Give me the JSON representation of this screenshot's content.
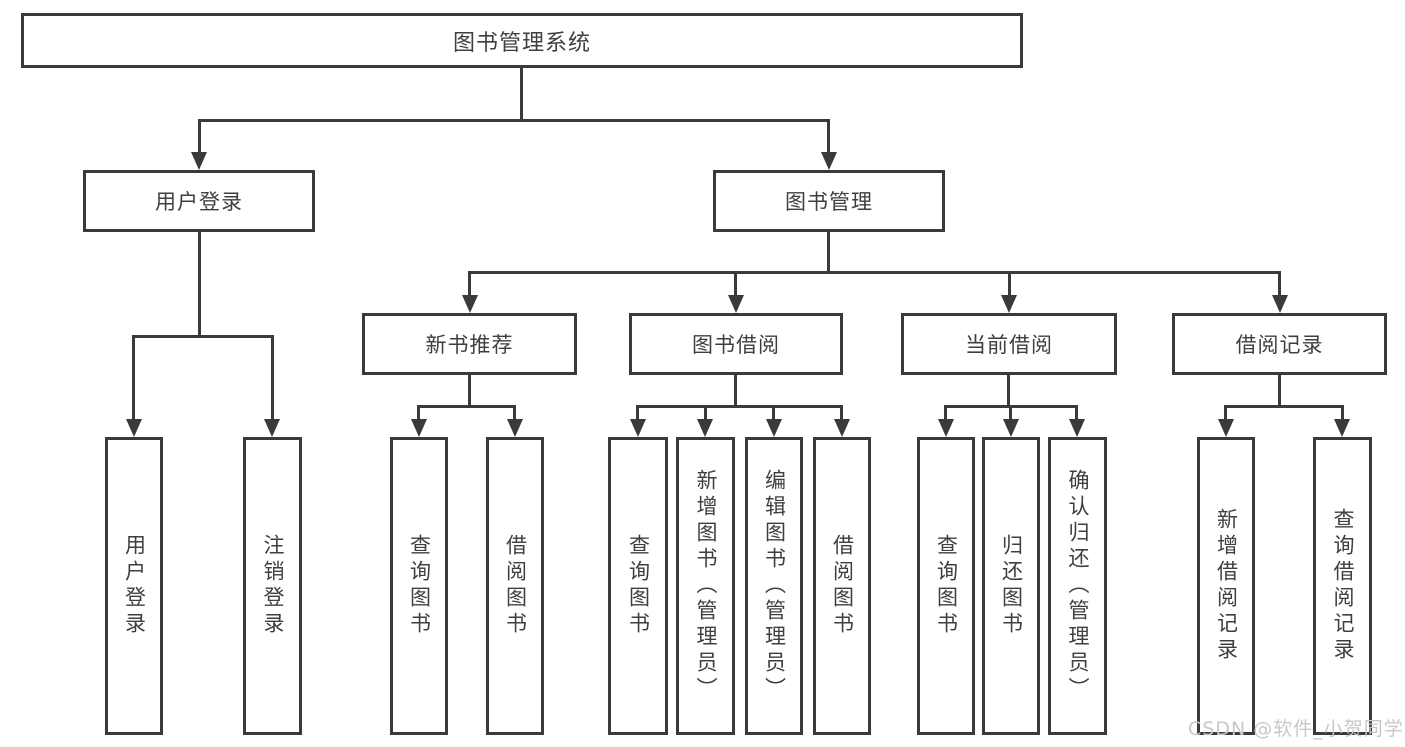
{
  "tree": {
    "root": "图书管理系统",
    "branches": [
      {
        "label": "用户登录",
        "children": [
          "用户登录",
          "注销登录"
        ]
      },
      {
        "label": "图书管理",
        "sections": [
          {
            "label": "新书推荐",
            "children": [
              "查询图书",
              "借阅图书"
            ]
          },
          {
            "label": "图书借阅",
            "children": [
              "查询图书",
              "新增图书（管理员）",
              "编辑图书（管理员）",
              "借阅图书"
            ]
          },
          {
            "label": "当前借阅",
            "children": [
              "查询图书",
              "归还图书",
              "确认归还（管理员）"
            ]
          },
          {
            "label": "借阅记录",
            "children": [
              "新增借阅记录",
              "查询借阅记录"
            ]
          }
        ]
      }
    ]
  },
  "watermark": {
    "text": "CSDN @软件_小贺同学"
  },
  "colors": {
    "line": "#3a3a3a",
    "text": "#3f3f3f",
    "watermark": "#c8c8c8",
    "background": "#ffffff"
  }
}
